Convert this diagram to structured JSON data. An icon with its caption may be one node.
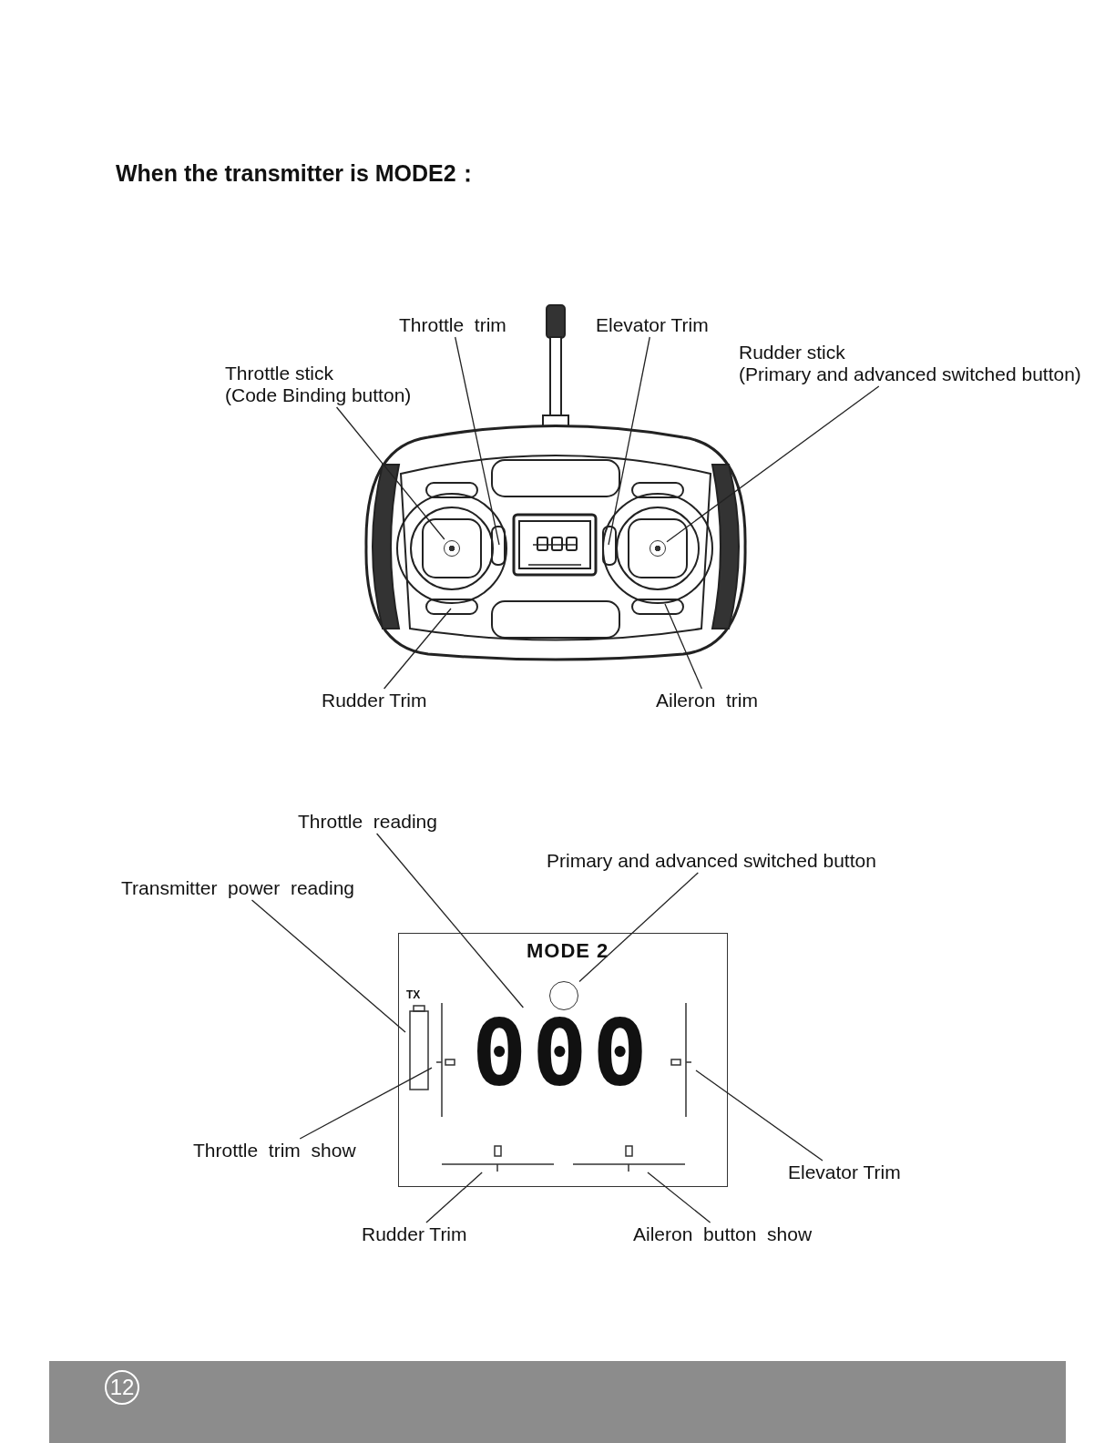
{
  "diagram": {
    "title": "When the transmitter is MODE2：",
    "nodes": [
      {
        "text": [
          "Throttle  trim"
        ]
      },
      {
        "text": [
          "Elevator Trim"
        ]
      },
      {
        "text": [
          "Rudder stick",
          "(Primary and advanced switched button)"
        ]
      },
      {
        "text": [
          "Throttle stick",
          "(Code Binding button)"
        ]
      },
      {
        "text": [
          "Rudder Trim"
        ]
      },
      {
        "text": [
          "Aileron  trim"
        ]
      },
      {
        "text": [
          "Throttle  reading"
        ]
      },
      {
        "text": [
          "Primary and advanced switched button"
        ]
      },
      {
        "text": [
          "Transmitter  power  reading"
        ]
      },
      {
        "text": [
          "Throttle  trim  show"
        ]
      },
      {
        "text": [
          "Elevator Trim"
        ]
      },
      {
        "text": [
          "Rudder Trim"
        ]
      },
      {
        "text": [
          "Aileron  button  show"
        ]
      },
      {
        "text": [
          "MODE 2"
        ]
      },
      {
        "text": [],
        "shape": "circle",
        "in": 13
      },
      {
        "text": [
          "TX"
        ],
        "in": 13
      },
      {
        "text": [],
        "shape": "bar",
        "in": 13
      },
      {
        "text": [
          "000"
        ],
        "in": 13
      },
      {
        "text": [],
        "shape": "bar",
        "in": 13
      },
      {
        "text": [],
        "shape": "bar",
        "in": 13
      },
      {
        "text": [],
        "shape": "bar",
        "in": 13
      },
      {
        "text": [],
        "shape": "circle"
      },
      {
        "text": [],
        "shape": "circle"
      }
    ],
    "edges": [
      {
        "from": 0,
        "to": null,
        "arrow": "none"
      },
      {
        "from": 1,
        "to": null,
        "arrow": "none"
      },
      {
        "from": 2,
        "to": 22,
        "arrow": "none"
      },
      {
        "from": 3,
        "to": 21,
        "arrow": "none"
      },
      {
        "from": 4,
        "to": null,
        "arrow": "none"
      },
      {
        "from": 5,
        "to": null,
        "arrow": "none"
      },
      {
        "from": 6,
        "to": 17,
        "arrow": "none"
      },
      {
        "from": 7,
        "to": 14,
        "arrow": "none"
      },
      {
        "from": 8,
        "to": 15,
        "arrow": "none"
      },
      {
        "from": 9,
        "to": 16,
        "arrow": "none"
      },
      {
        "from": 10,
        "to": 18,
        "arrow": "none"
      },
      {
        "from": 11,
        "to": 19,
        "arrow": "none"
      },
      {
        "from": 12,
        "to": 20,
        "arrow": "none"
      }
    ],
    "labels": [
      "12"
    ]
  }
}
